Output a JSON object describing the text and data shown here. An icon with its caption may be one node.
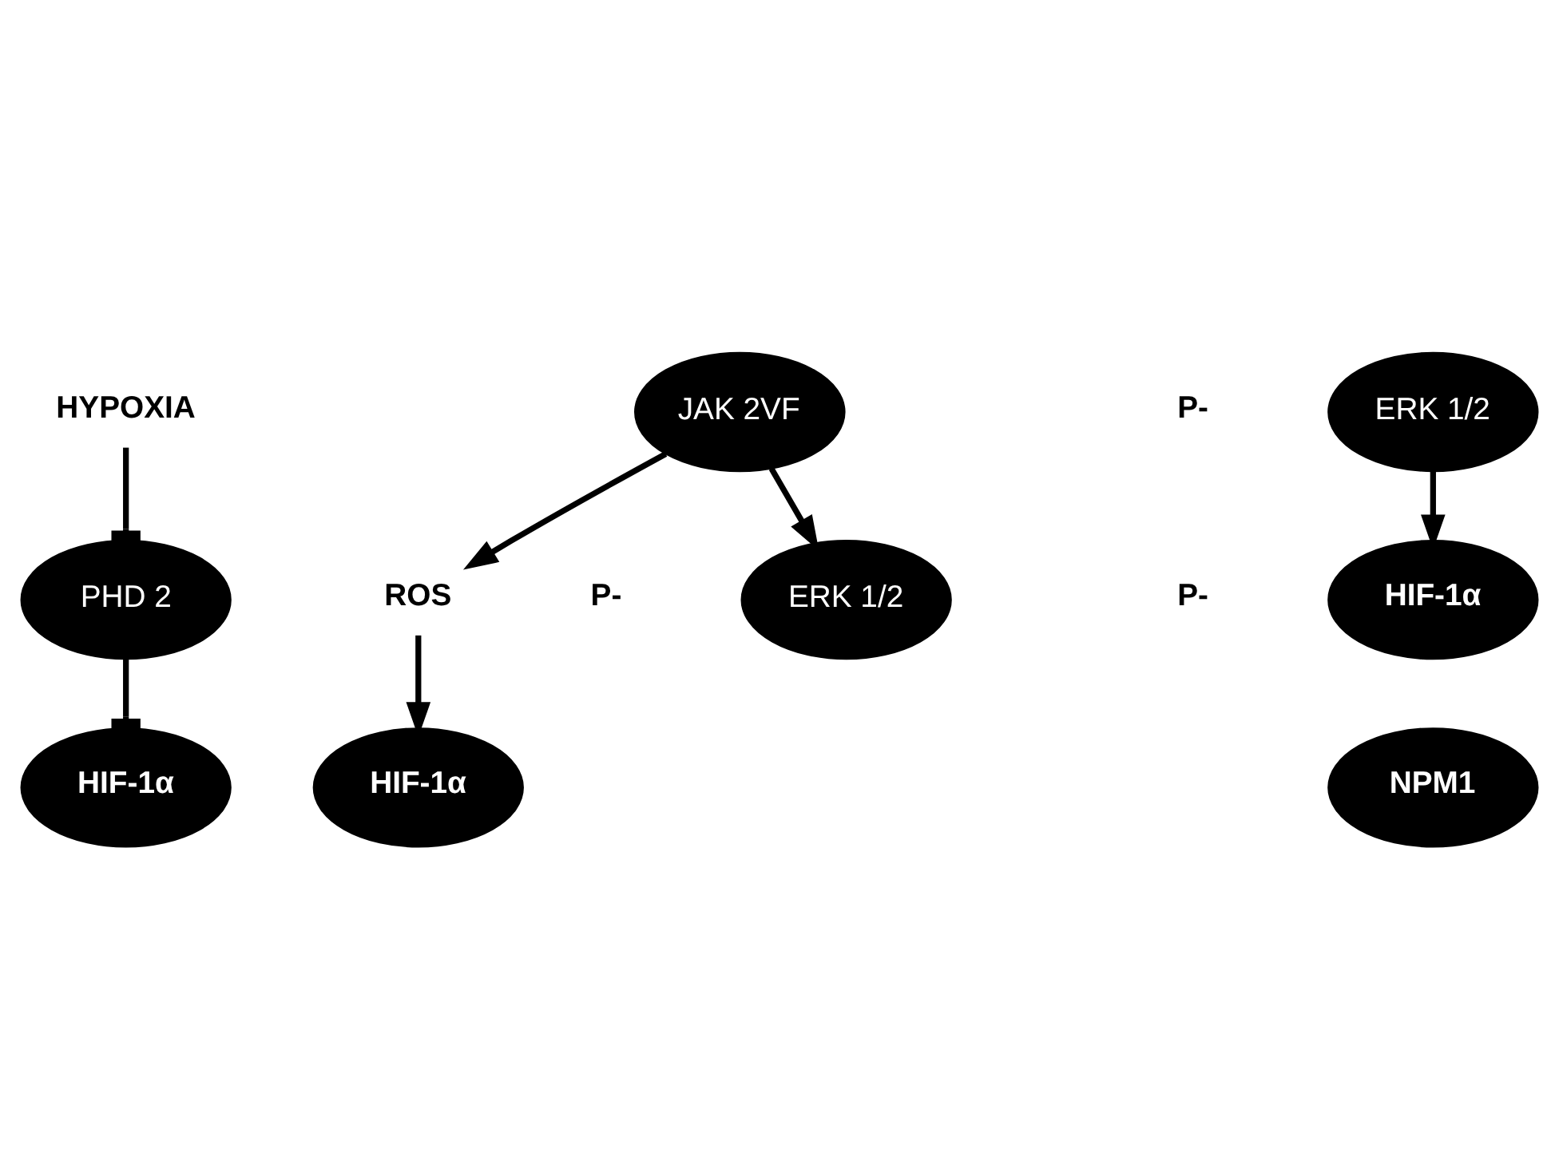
{
  "diagram": {
    "nodes": [
      {
        "text": [
          "HYPOXIA"
        ]
      },
      {
        "text": [
          "PHD 2"
        ]
      },
      {
        "text": [
          "HIF-1α"
        ]
      },
      {
        "text": [
          "JAK 2VF"
        ]
      },
      {
        "text": [
          "ROS"
        ]
      },
      {
        "text": [
          "ERK 1/2"
        ],
        "beside": [
          "P-"
        ]
      },
      {
        "text": [
          "HIF-1α"
        ]
      },
      {
        "text": [
          "ERK 1/2"
        ],
        "beside": [
          "P-"
        ]
      },
      {
        "text": [
          "HIF-1α"
        ],
        "beside": [
          "P-"
        ]
      },
      {
        "text": [
          "NPM1"
        ]
      }
    ],
    "edges": [
      {
        "from": 0,
        "to": 1,
        "arrow": "other"
      },
      {
        "from": 1,
        "to": 2,
        "arrow": "other"
      },
      {
        "from": 3,
        "to": 4,
        "arrow": "to"
      },
      {
        "from": 3,
        "to": 5,
        "arrow": "to"
      },
      {
        "from": 4,
        "to": 6,
        "arrow": "to"
      },
      {
        "from": 7,
        "to": 8,
        "arrow": "to"
      }
    ]
  }
}
